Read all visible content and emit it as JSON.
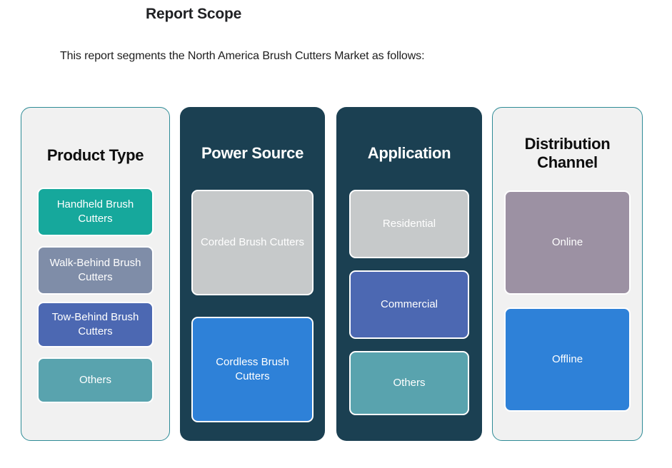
{
  "header": {
    "title": "Report Scope",
    "subtitle": "This report segments the North America Brush Cutters Market as follows:"
  },
  "palette": {
    "page_background": "#ffffff",
    "light_panel_fill": "#f1f1f1",
    "light_panel_border": "#2e8b96",
    "dark_panel_fill": "#1b4052",
    "teal": "#16a89c",
    "slate_blue_gray": "#7f8da8",
    "indigo": "#4c68b2",
    "sea_teal": "#59a3ae",
    "light_gray": "#c6c9ca",
    "bright_blue": "#2e81d8",
    "mauve": "#9c91a3",
    "box_text": "#ffffff",
    "title_dark": "#0d0d0d",
    "title_light": "#ffffff"
  },
  "columns": [
    {
      "key": "product-type",
      "title": "Product Type",
      "theme": "light",
      "items": [
        {
          "label": "Handheld Brush Cutters",
          "color": "#16a89c",
          "height": 68,
          "gap_before": 32
        },
        {
          "label": "Walk-Behind Brush Cutters",
          "color": "#7f8da8",
          "height": 68,
          "gap_before": 14
        },
        {
          "label": "Tow-Behind Brush Cutters",
          "color": "#4c68b2",
          "height": 64,
          "gap_before": 10
        },
        {
          "label": "Others",
          "color": "#59a3ae",
          "height": 64,
          "gap_before": 14
        }
      ]
    },
    {
      "key": "power-source",
      "title": "Power Source",
      "theme": "dark",
      "items": [
        {
          "label": "Corded Brush Cutters",
          "color": "#c6c9ca",
          "height": 148,
          "gap_before": 38
        },
        {
          "label": "Cordless Brush Cutters",
          "color": "#2e81d8",
          "height": 148,
          "gap_before": 30
        }
      ]
    },
    {
      "key": "application",
      "title": "Application",
      "theme": "dark",
      "items": [
        {
          "label": "Residential",
          "color": "#c6c9ca",
          "height": 96,
          "gap_before": 38
        },
        {
          "label": "Commercial",
          "color": "#4c68b2",
          "height": 96,
          "gap_before": 17
        },
        {
          "label": "Others",
          "color": "#59a3ae",
          "height": 90,
          "gap_before": 17
        }
      ]
    },
    {
      "key": "distribution-channel",
      "title": "Distribution Channel",
      "theme": "light",
      "items": [
        {
          "label": "Online",
          "color": "#9c91a3",
          "height": 146,
          "gap_before": 26
        },
        {
          "label": "Offline",
          "color": "#2e81d8",
          "height": 146,
          "gap_before": 18
        }
      ]
    }
  ]
}
